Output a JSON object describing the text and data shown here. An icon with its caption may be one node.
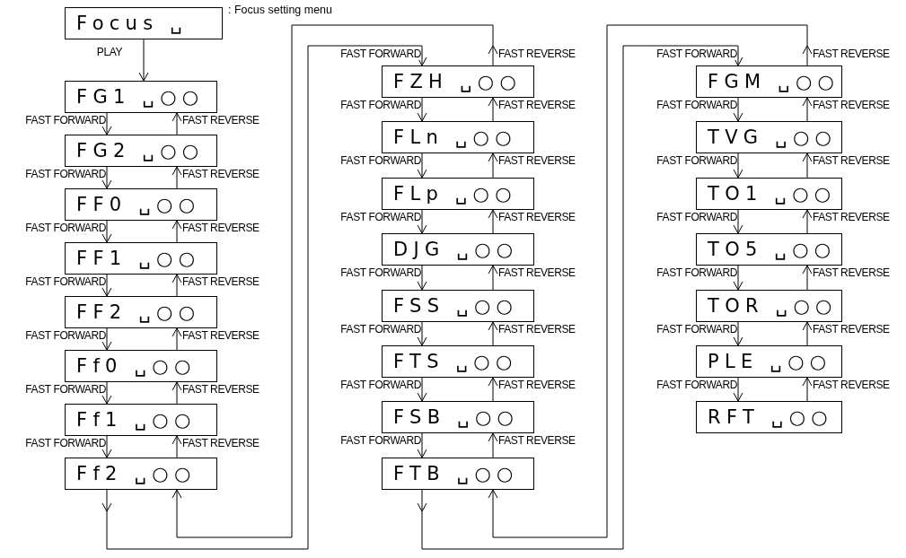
{
  "diagram": {
    "nodes": [
      {
        "text": [
          "Focus ␣"
        ],
        "beside": [
          ": Focus setting menu"
        ]
      },
      {
        "text": [
          "FG1 ␣○○"
        ]
      },
      {
        "text": [
          "FG2 ␣○○"
        ]
      },
      {
        "text": [
          "FF0 ␣○○"
        ]
      },
      {
        "text": [
          "FF1 ␣○○"
        ]
      },
      {
        "text": [
          "FF2 ␣○○"
        ]
      },
      {
        "text": [
          "Ff0 ␣○○"
        ]
      },
      {
        "text": [
          "Ff1 ␣○○"
        ]
      },
      {
        "text": [
          "Ff2 ␣○○"
        ]
      },
      {
        "text": [
          "FZH ␣○○"
        ]
      },
      {
        "text": [
          "FLn ␣○○"
        ]
      },
      {
        "text": [
          "FLp ␣○○"
        ]
      },
      {
        "text": [
          "DJG ␣○○"
        ]
      },
      {
        "text": [
          "FSS ␣○○"
        ]
      },
      {
        "text": [
          "FTS ␣○○"
        ]
      },
      {
        "text": [
          "FSB ␣○○"
        ]
      },
      {
        "text": [
          "FTB ␣○○"
        ]
      },
      {
        "text": [
          "FGM ␣○○"
        ]
      },
      {
        "text": [
          "TVG ␣○○"
        ]
      },
      {
        "text": [
          "TO1 ␣○○"
        ]
      },
      {
        "text": [
          "TO5 ␣○○"
        ]
      },
      {
        "text": [
          "TOR ␣○○"
        ]
      },
      {
        "text": [
          "PLE ␣○○"
        ]
      },
      {
        "text": [
          "RFT ␣○○"
        ]
      }
    ],
    "edges": [
      {
        "from": 0,
        "to": 1,
        "arrow": "to",
        "label": "PLAY"
      },
      {
        "from": 1,
        "to": 2,
        "arrow": "to",
        "label": "FAST FORWARD"
      },
      {
        "from": 2,
        "to": 1,
        "arrow": "to",
        "label": "FAST REVERSE"
      },
      {
        "from": 2,
        "to": 3,
        "arrow": "to",
        "label": "FAST FORWARD"
      },
      {
        "from": 3,
        "to": 2,
        "arrow": "to",
        "label": "FAST REVERSE"
      },
      {
        "from": 3,
        "to": 4,
        "arrow": "to",
        "label": "FAST FORWARD"
      },
      {
        "from": 4,
        "to": 3,
        "arrow": "to",
        "label": "FAST REVERSE"
      },
      {
        "from": 4,
        "to": 5,
        "arrow": "to",
        "label": "FAST FORWARD"
      },
      {
        "from": 5,
        "to": 4,
        "arrow": "to",
        "label": "FAST REVERSE"
      },
      {
        "from": 5,
        "to": 6,
        "arrow": "to",
        "label": "FAST FORWARD"
      },
      {
        "from": 6,
        "to": 5,
        "arrow": "to",
        "label": "FAST REVERSE"
      },
      {
        "from": 6,
        "to": 7,
        "arrow": "to",
        "label": "FAST FORWARD"
      },
      {
        "from": 7,
        "to": 6,
        "arrow": "to",
        "label": "FAST REVERSE"
      },
      {
        "from": 7,
        "to": 8,
        "arrow": "to",
        "label": "FAST FORWARD"
      },
      {
        "from": 8,
        "to": 7,
        "arrow": "to",
        "label": "FAST REVERSE"
      },
      {
        "from": 8,
        "to": 9,
        "arrow": "to",
        "label": "FAST FORWARD"
      },
      {
        "from": 9,
        "to": 8,
        "arrow": "to",
        "label": "FAST REVERSE"
      },
      {
        "from": 9,
        "to": 10,
        "arrow": "to",
        "label": "FAST FORWARD"
      },
      {
        "from": 10,
        "to": 9,
        "arrow": "to",
        "label": "FAST REVERSE"
      },
      {
        "from": 10,
        "to": 11,
        "arrow": "to",
        "label": "FAST FORWARD"
      },
      {
        "from": 11,
        "to": 10,
        "arrow": "to",
        "label": "FAST REVERSE"
      },
      {
        "from": 11,
        "to": 12,
        "arrow": "to",
        "label": "FAST FORWARD"
      },
      {
        "from": 12,
        "to": 11,
        "arrow": "to",
        "label": "FAST REVERSE"
      },
      {
        "from": 12,
        "to": 13,
        "arrow": "to",
        "label": "FAST FORWARD"
      },
      {
        "from": 13,
        "to": 12,
        "arrow": "to",
        "label": "FAST REVERSE"
      },
      {
        "from": 13,
        "to": 14,
        "arrow": "to",
        "label": "FAST FORWARD"
      },
      {
        "from": 14,
        "to": 13,
        "arrow": "to",
        "label": "FAST REVERSE"
      },
      {
        "from": 14,
        "to": 15,
        "arrow": "to",
        "label": "FAST FORWARD"
      },
      {
        "from": 15,
        "to": 14,
        "arrow": "to",
        "label": "FAST REVERSE"
      },
      {
        "from": 15,
        "to": 16,
        "arrow": "to",
        "label": "FAST FORWARD"
      },
      {
        "from": 16,
        "to": 15,
        "arrow": "to",
        "label": "FAST REVERSE"
      },
      {
        "from": 16,
        "to": 17,
        "arrow": "to",
        "label": "FAST FORWARD"
      },
      {
        "from": 17,
        "to": 16,
        "arrow": "to",
        "label": "FAST REVERSE"
      },
      {
        "from": 17,
        "to": 18,
        "arrow": "to",
        "label": "FAST FORWARD"
      },
      {
        "from": 18,
        "to": 17,
        "arrow": "to",
        "label": "FAST REVERSE"
      },
      {
        "from": 18,
        "to": 19,
        "arrow": "to",
        "label": "FAST FORWARD"
      },
      {
        "from": 19,
        "to": 18,
        "arrow": "to",
        "label": "FAST REVERSE"
      },
      {
        "from": 19,
        "to": 20,
        "arrow": "to",
        "label": "FAST FORWARD"
      },
      {
        "from": 20,
        "to": 19,
        "arrow": "to",
        "label": "FAST REVERSE"
      },
      {
        "from": 20,
        "to": 21,
        "arrow": "to",
        "label": "FAST FORWARD"
      },
      {
        "from": 21,
        "to": 20,
        "arrow": "to",
        "label": "FAST REVERSE"
      },
      {
        "from": 21,
        "to": 22,
        "arrow": "to",
        "label": "FAST FORWARD"
      },
      {
        "from": 22,
        "to": 21,
        "arrow": "to",
        "label": "FAST REVERSE"
      },
      {
        "from": 22,
        "to": 23,
        "arrow": "to",
        "label": "FAST FORWARD"
      },
      {
        "from": 23,
        "to": 22,
        "arrow": "to",
        "label": "FAST REVERSE"
      }
    ]
  }
}
